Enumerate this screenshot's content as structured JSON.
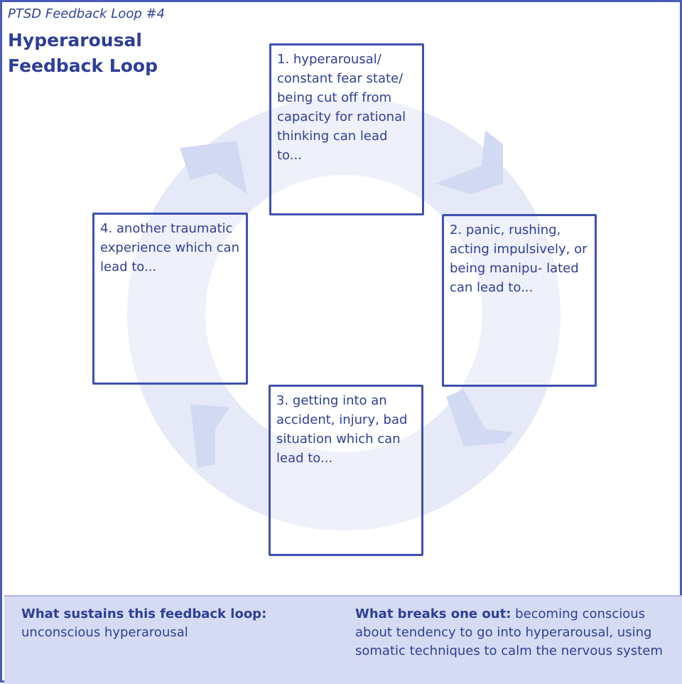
{
  "header": {
    "series": "PTSD Feedback Loop #4",
    "title": "Hyperarousal Feedback Loop"
  },
  "colors": {
    "border": "#4a5bb8",
    "ring": "#e5e9f8",
    "arrow": "#d2d9f2",
    "text": "#2f3f98",
    "footer_bg": "#d5dbf3"
  },
  "loop": {
    "steps": [
      {
        "text": "1. hyperarousal/ constant fear state/ being cut off from capacity for rational thinking can lead to..."
      },
      {
        "text": "2. panic, rushing, acting impulsively, or being manipu- lated can lead to..."
      },
      {
        "text": "3. getting into an accident, injury, bad situation which can lead to..."
      },
      {
        "text": "4. another traumatic experience which can lead to..."
      }
    ]
  },
  "footer": {
    "sustains_label": "What sustains this feedback loop:",
    "sustains_text": "unconscious hyperarousal",
    "breaks_label": "What breaks one out:",
    "breaks_text": "becoming conscious about tendency to go into hyperarousal, using somatic techniques to calm the nervous system"
  }
}
